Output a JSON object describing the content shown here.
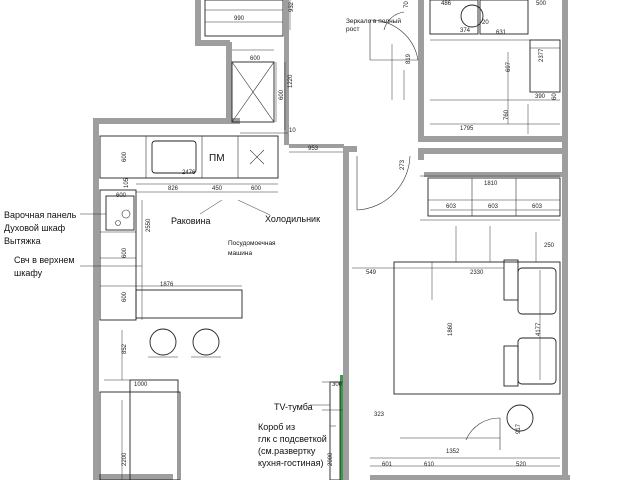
{
  "labels": {
    "hob_line1": "Варочная панель",
    "hob_line2": "Духовой шкаф",
    "hob_line3": "Вытяжка",
    "microwave_line1": "Свч в верхнем",
    "microwave_line2": "шкафу",
    "sink": "Раковина",
    "fridge": "Холодильник",
    "dishwasher_line1": "Посудомоечная",
    "dishwasher_line2": "машина",
    "pm": "ПМ",
    "tv_stand": "TV-тумба",
    "box_line1": "Короб из",
    "box_line2": "глк с подсветкой",
    "box_line3": "(см.развертку",
    "box_line4": "кухня-гостиная)",
    "mirror_line1": "Зеркало в полный",
    "mirror_line2": "рост"
  },
  "dimensions": {
    "d990": "990",
    "d932": "932",
    "d600a": "600",
    "d1220": "1220",
    "d600b": "600",
    "d10": "10",
    "d953": "953",
    "d2476": "2476",
    "d826": "826",
    "d450": "450",
    "d600c": "600",
    "d600d": "600",
    "d600e": "600",
    "d105": "105",
    "d2550": "2550",
    "d600f": "600",
    "d1876": "1876",
    "d600g": "600",
    "d852": "852",
    "d1000": "1000",
    "d2200": "2200",
    "d300": "300",
    "d323": "323",
    "d2000": "2000",
    "d273": "273",
    "d70": "70",
    "d486": "486",
    "d374": "374",
    "d20": "20",
    "d631": "631",
    "d500": "500",
    "d819": "819",
    "d697": "697",
    "d2377": "2377",
    "d390": "390",
    "d60": "60",
    "d1795": "1795",
    "d760": "760",
    "d1810": "1810",
    "d603a": "603",
    "d603b": "603",
    "d603c": "603",
    "d250": "250",
    "d549": "549",
    "d2330": "2330",
    "d1860": "1860",
    "d4177": "4177",
    "d917": "917",
    "d1352": "1352",
    "d601": "601",
    "d610": "610",
    "d520": "520"
  }
}
